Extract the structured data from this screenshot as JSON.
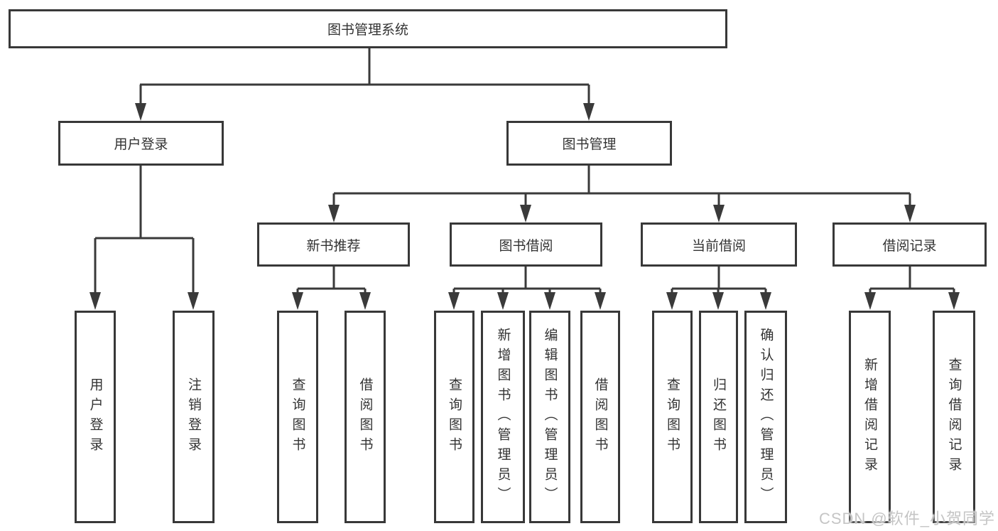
{
  "diagram_title": "图书管理系统",
  "nodes": {
    "root": {
      "label": "图书管理系统"
    },
    "user_login": {
      "label": "用户登录"
    },
    "book_mgmt": {
      "label": "图书管理"
    },
    "new_book_rec": {
      "label": "新书推荐"
    },
    "book_borrow": {
      "label": "图书借阅"
    },
    "current_borrow": {
      "label": "当前借阅"
    },
    "borrow_records": {
      "label": "借阅记录"
    },
    "leaf_user_login": {
      "label": "用户登录"
    },
    "leaf_logout": {
      "label": "注销登录"
    },
    "nbr_query": {
      "label": "查询图书"
    },
    "nbr_borrow": {
      "label": "借阅图书"
    },
    "bb_query": {
      "label": "查询图书"
    },
    "bb_add": {
      "label": "新增图书（管理员）"
    },
    "bb_edit": {
      "label": "编辑图书（管理员）"
    },
    "bb_borrow": {
      "label": "借阅图书"
    },
    "cb_query": {
      "label": "查询图书"
    },
    "cb_return": {
      "label": "归还图书"
    },
    "cb_confirm": {
      "label": "确认归还（管理员）"
    },
    "br_add": {
      "label": "新增借阅记录"
    },
    "br_query": {
      "label": "查询借阅记录"
    }
  },
  "structure": {
    "图书管理系统": [
      "用户登录",
      "图书管理"
    ],
    "用户登录": [
      "用户登录",
      "注销登录"
    ],
    "图书管理": [
      "新书推荐",
      "图书借阅",
      "当前借阅",
      "借阅记录"
    ],
    "新书推荐": [
      "查询图书",
      "借阅图书"
    ],
    "图书借阅": [
      "查询图书",
      "新增图书（管理员）",
      "编辑图书（管理员）",
      "借阅图书"
    ],
    "当前借阅": [
      "查询图书",
      "归还图书",
      "确认归还（管理员）"
    ],
    "借阅记录": [
      "新增借阅记录",
      "查询借阅记录"
    ]
  },
  "watermark": {
    "text": "CSDN @软件_小贺同学"
  },
  "colors": {
    "line": "#3a3a3a",
    "box_border": "#383838",
    "text": "#333333",
    "watermark": "#c5c5c5",
    "background": "#ffffff"
  }
}
